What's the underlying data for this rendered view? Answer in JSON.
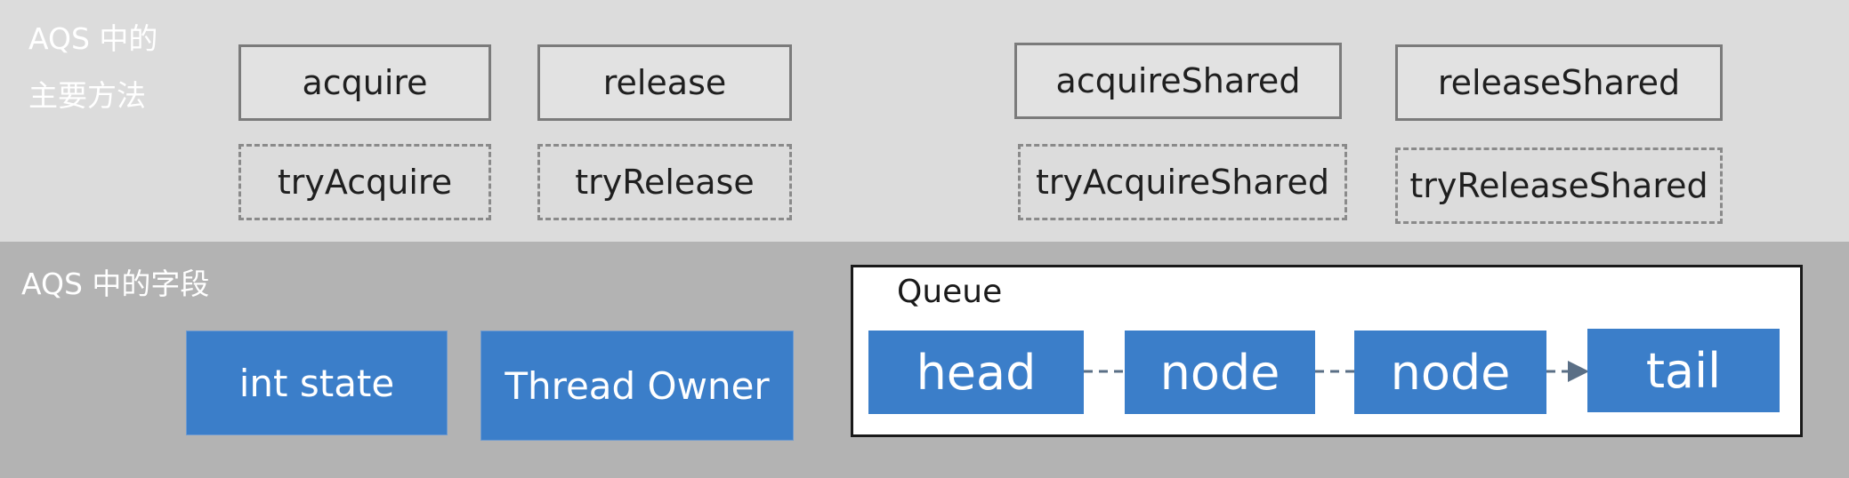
{
  "methods_panel": {
    "label_line1": "AQS 中的",
    "label_line2": "主要方法",
    "public_methods": [
      "acquire",
      "release",
      "acquireShared",
      "releaseShared"
    ],
    "try_methods": [
      "tryAcquire",
      "tryRelease",
      "tryAcquireShared",
      "tryReleaseShared"
    ]
  },
  "fields_panel": {
    "label": "AQS 中的字段",
    "fields": [
      "int state",
      "Thread Owner"
    ],
    "queue": {
      "title": "Queue",
      "nodes": [
        "head",
        "node",
        "node",
        "tail"
      ]
    }
  },
  "colors": {
    "methods_bg": "#dcdcdc",
    "fields_bg": "#b3b3b3",
    "node_blue": "#3b7ec9"
  }
}
